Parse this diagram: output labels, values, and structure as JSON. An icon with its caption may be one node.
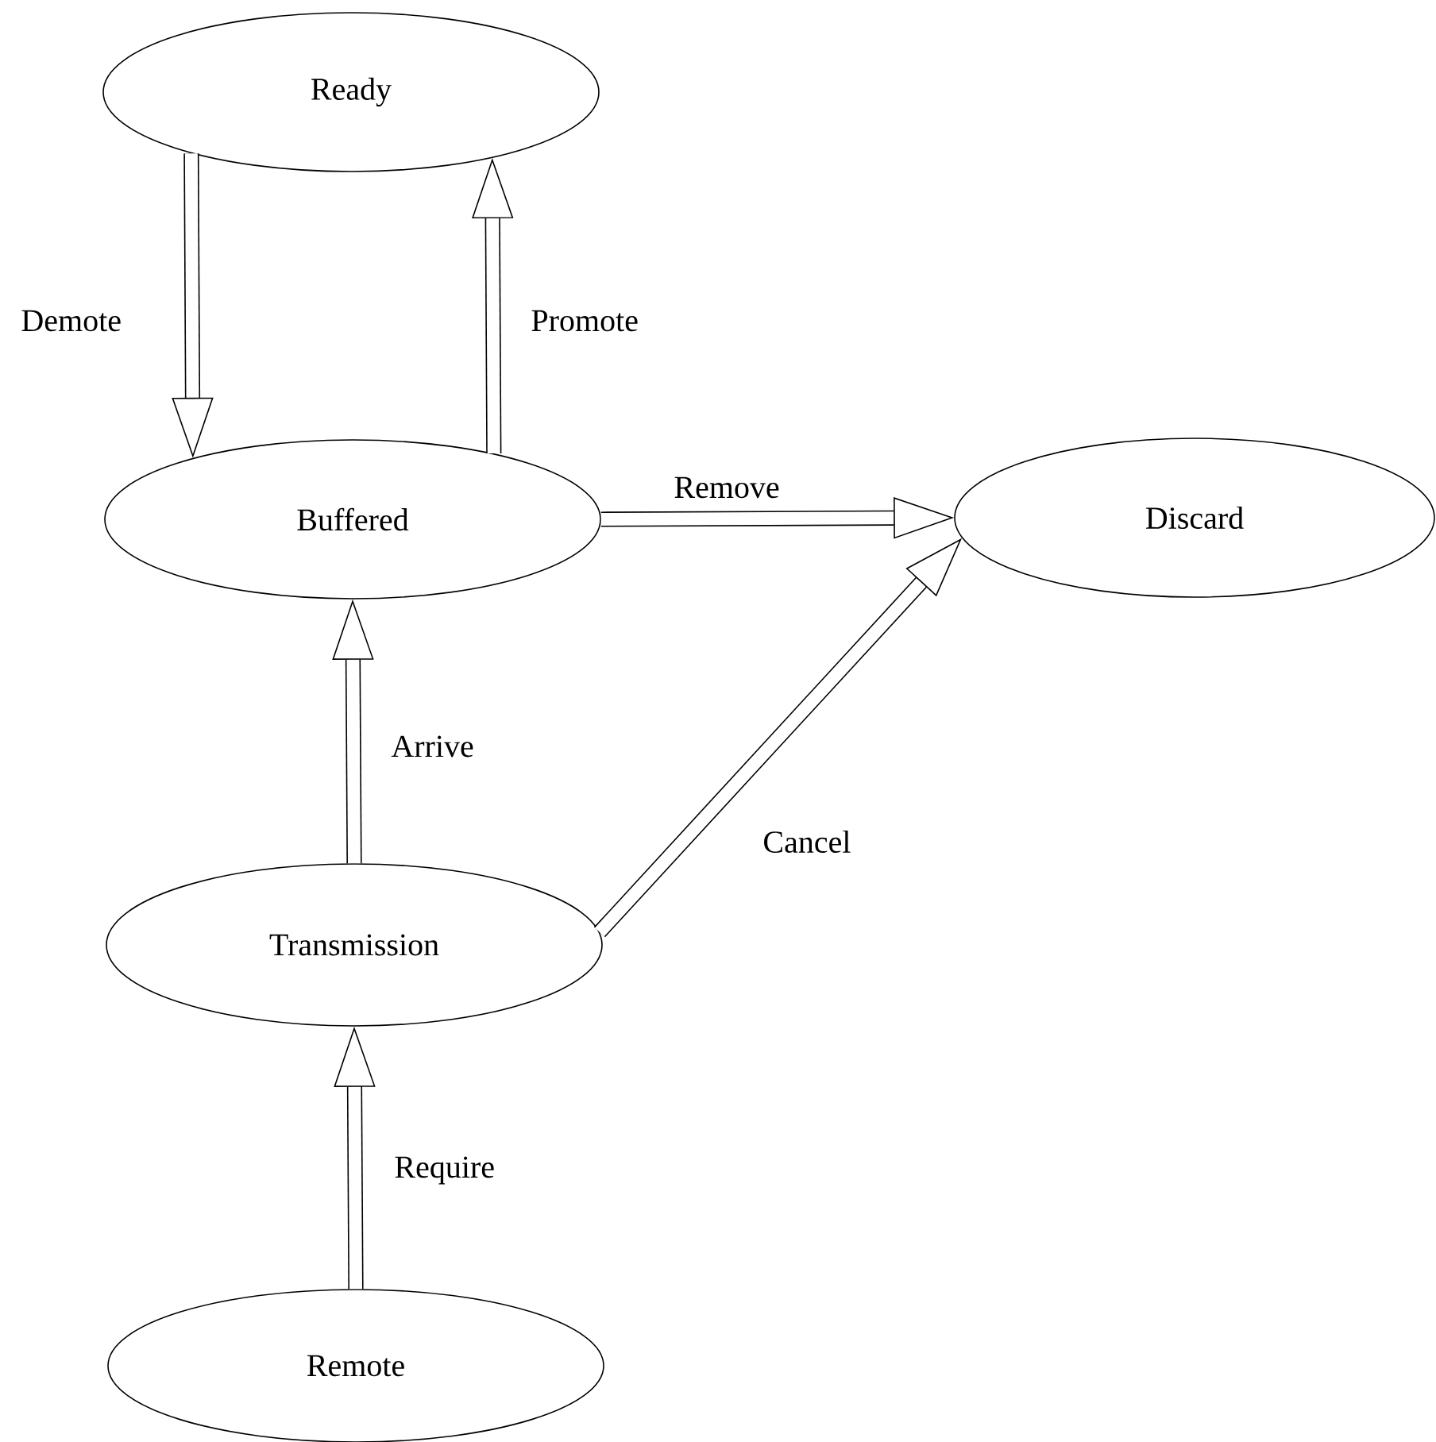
{
  "diagram": {
    "nodes": [
      {
        "text": [
          "Ready"
        ]
      },
      {
        "text": [
          "Buffered"
        ]
      },
      {
        "text": [
          "Discard"
        ]
      },
      {
        "text": [
          "Transmission"
        ]
      },
      {
        "text": [
          "Remote"
        ]
      }
    ],
    "edges": [
      {
        "from": 0,
        "to": 1,
        "arrow": "to",
        "label": "Demote"
      },
      {
        "from": 1,
        "to": 0,
        "arrow": "to",
        "label": "Promote"
      },
      {
        "from": 1,
        "to": 2,
        "arrow": "to",
        "label": "Remove"
      },
      {
        "from": 3,
        "to": 1,
        "arrow": "to",
        "label": "Arrive"
      },
      {
        "from": 3,
        "to": 2,
        "arrow": "to",
        "label": "Cancel"
      },
      {
        "from": 4,
        "to": 3,
        "arrow": "to",
        "label": "Require"
      }
    ]
  }
}
